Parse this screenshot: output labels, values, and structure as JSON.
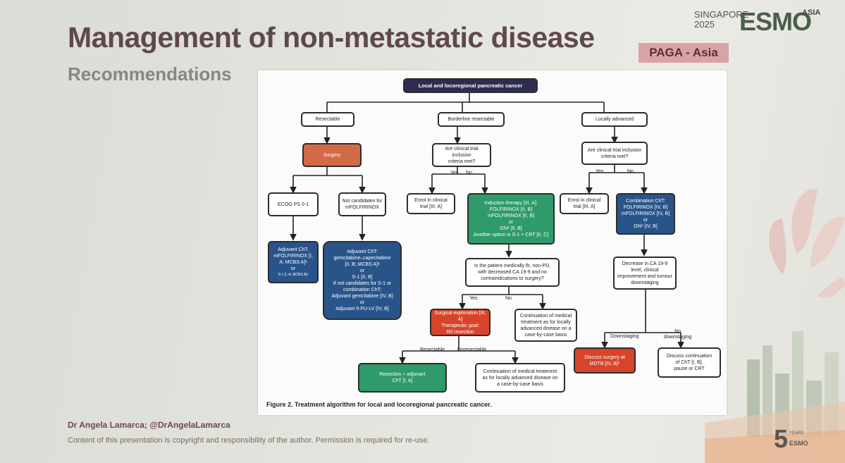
{
  "slide": {
    "title": "Management of non-metastatic disease",
    "subtitle": "Recommendations",
    "tag": "PAGA - Asia",
    "author": "Dr Angela Lamarca; @DrAngelaLamarca",
    "copyright": "Content of this presentation is copyright and responsibility of the author. Permission is required for re-use."
  },
  "logo": {
    "city": "SINGAPORE",
    "year": "2025",
    "word": "ESMO",
    "region": "ASIA",
    "years_badge": "YEARS",
    "years_word": "ESMO"
  },
  "colors": {
    "title": "#5f4850",
    "tag_bg": "#d9a3a6",
    "surgery": "#d36a46",
    "decision_red": "#d8442b",
    "green": "#2f9a6a",
    "blue": "#28548a",
    "header": "#2e2d4f"
  },
  "figure": {
    "caption": "Figure 2. Treatment algorithm for local and locoregional pancreatic cancer.",
    "root": "Local and locoregional pancreatic cancer",
    "resectable": "Resectable",
    "borderline": "Borderline resectable",
    "locally_advanced": "Locally advanced",
    "surgery": "Surgery",
    "ecog": "ECOG PS 0-1",
    "not_candidates": [
      "Not candidates for",
      "mFOLFIRINOX"
    ],
    "adjuvant_left": [
      "Adjuvant ChT:",
      "mFOLFIRINOX [I,",
      "A; MCBS A]ᵃ",
      "or",
      "S-1 [I, A; MCBS A]ᵃ"
    ],
    "adjuvant_mid": [
      "Adjuvant ChT:",
      "gemcitabine–capecitabine",
      "[II, B; MCBS A]ᵃ",
      "or",
      "S-1 [II, B]",
      "",
      "If not candidates for S-1 or",
      "combination ChT:",
      "Adjuvant gemcitabine [IV, B]",
      "or",
      "Adjuvant 5-FU-LV [IV, B]"
    ],
    "trial_q_border": [
      "Are clinical trial inclusion",
      "criteria met?"
    ],
    "trial_q_la": [
      "Are clinical trial inclusion",
      "criteria met?"
    ],
    "yes": "Yes",
    "no": "No",
    "enrol_border": [
      "Enrol in clinical",
      "trial [III, A]"
    ],
    "enrol_la": [
      "Enrol in clinical",
      "trial [III, A]"
    ],
    "induction": [
      "Induction therapy [III, A]:",
      "FOLFIRINOX [II, B]",
      "mFOLFIRINOX [II, B]",
      "or",
      "GNᵇ [II, B]",
      "",
      "Another option is S-1 + CRT [II, C]"
    ],
    "combination": [
      "Combination ChT:",
      "FOLFIRINOX [IV, B]",
      "mFOLFIRINOX [IV, B]",
      "or",
      "GNᵇ [IV, B]"
    ],
    "medically_fit": [
      "Is the patient medically fit, non-PD,",
      "with decreased CA 19-9 and no",
      "contraindications to surgery?"
    ],
    "decrease_ca": [
      "Decrease in CA 19-9",
      "level, clinical",
      "improvement and tumour",
      "downstaging"
    ],
    "surgical_exploration": [
      "Surgical exploration [III, A]",
      "Therapeutic goal:",
      "R0 resection"
    ],
    "continuation_1": [
      "Continuation of medical",
      "treatment as for locally",
      "advanced disease on a",
      "case-by-case basis"
    ],
    "resectable_label": "Resectable",
    "unresectable_label": "Unresectable",
    "resection_adjuvant": [
      "Resection + adjuvant",
      "ChT [I, A]"
    ],
    "continuation_2": [
      "Continuation of medical treatment",
      "as for locally advanced disease on",
      "a case-by-case basis"
    ],
    "downstaging_label": "Downstaging",
    "no_downstaging_label": [
      "No",
      "downstaging"
    ],
    "discuss_surgery": [
      "Discuss surgery at",
      "MDTB [IV, B]ᶜ"
    ],
    "discuss_continuation": [
      "Discuss continuation",
      "of ChT [I, B],",
      "pause or CRT"
    ]
  }
}
